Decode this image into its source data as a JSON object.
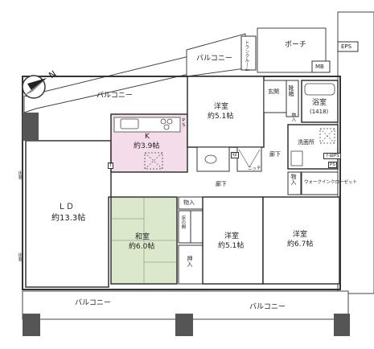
{
  "rooms": {
    "ld": {
      "name": "ＬＤ",
      "size": "約13.3帖"
    },
    "kitchen": {
      "name": "K",
      "size": "約3.9帖"
    },
    "washitsu": {
      "name": "和室",
      "size": "約6.0帖"
    },
    "yoshitsu_north": {
      "name": "洋室",
      "size": "約5.1帖"
    },
    "yoshitsu_mid": {
      "name": "洋室",
      "size": "約5.1帖"
    },
    "yoshitsu_east": {
      "name": "洋室",
      "size": "約6.7帖"
    },
    "bath": {
      "name": "浴室",
      "size": "(1418)"
    }
  },
  "labels": {
    "balcony_top": "バルコニー",
    "balcony_diag": "バルコニー",
    "balcony_bottom_left": "バルコニー",
    "balcony_bottom_right": "バルコニー",
    "porch": "ポーチ",
    "eps": "EPS",
    "mb": "MB",
    "trunk_room": "トランクルーム",
    "genkan": "玄関",
    "shoe_box": "靴箱",
    "oshiire_small_top": "物入",
    "senmenjo": "洗面所",
    "rouka_right": "廊下",
    "rouka_center": "廊下",
    "oshiire_mid": "物入",
    "walkin_closet": "ウォークインクローゼット",
    "oshiire_left": "物入",
    "tokonoma": "床の間",
    "oshiire_bottom": "押入",
    "window_upper": "出窓",
    "window_lower": "出窓",
    "ps_left": "PS",
    "ps_right": "PS",
    "shita_ps": "下部PS",
    "niche": "ニッチ",
    "box_t": "T",
    "box_shu": "収"
  },
  "colors": {
    "kitchen_floor": "#f4dcea",
    "washitsu_floor": "#dbe8cc",
    "wall": "#333333",
    "line": "#444444"
  }
}
